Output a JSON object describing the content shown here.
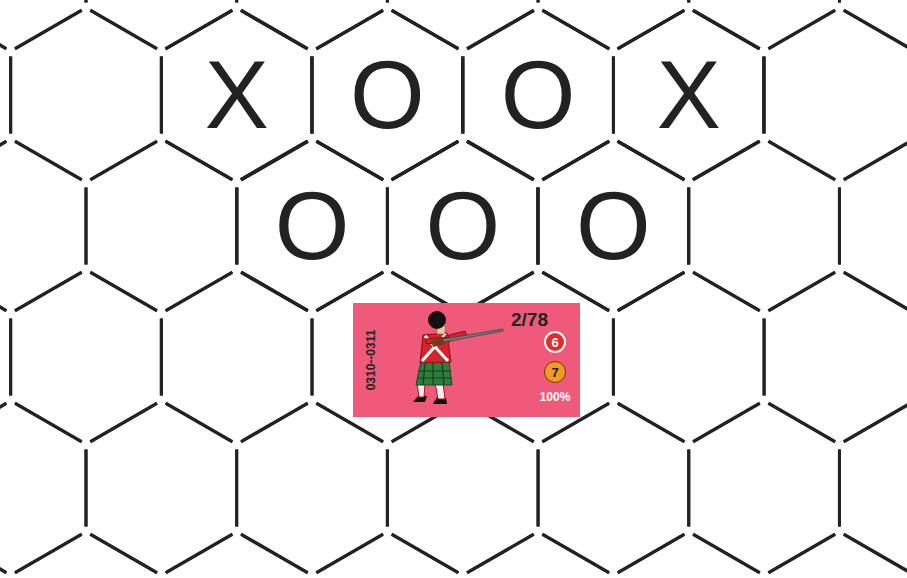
{
  "diagram": {
    "nodes": [
      {
        "text": [
          "X"
        ]
      },
      {
        "text": [
          "O"
        ]
      },
      {
        "text": [
          "O"
        ]
      },
      {
        "text": [
          "X"
        ]
      },
      {
        "text": [
          "O"
        ]
      },
      {
        "text": [
          "O"
        ]
      },
      {
        "text": [
          "O"
        ]
      },
      {
        "text": [
          "0310--0311",
          "2/78",
          "100%"
        ]
      },
      {
        "text": [
          "6"
        ],
        "in": 7
      },
      {
        "text": [
          "7"
        ],
        "in": 7
      }
    ]
  }
}
